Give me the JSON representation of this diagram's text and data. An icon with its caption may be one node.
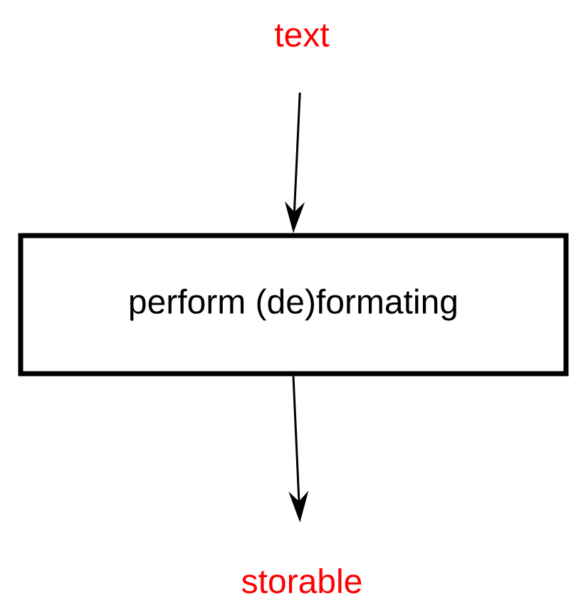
{
  "diagram": {
    "nodes": [
      {
        "text": [
          "text"
        ]
      },
      {
        "text": [
          "perform (de)formating"
        ]
      },
      {
        "text": [
          "storable"
        ]
      }
    ],
    "edges": [
      {
        "from": 0,
        "to": 1,
        "arrow": "to"
      },
      {
        "from": 1,
        "to": 2,
        "arrow": "to"
      }
    ]
  }
}
